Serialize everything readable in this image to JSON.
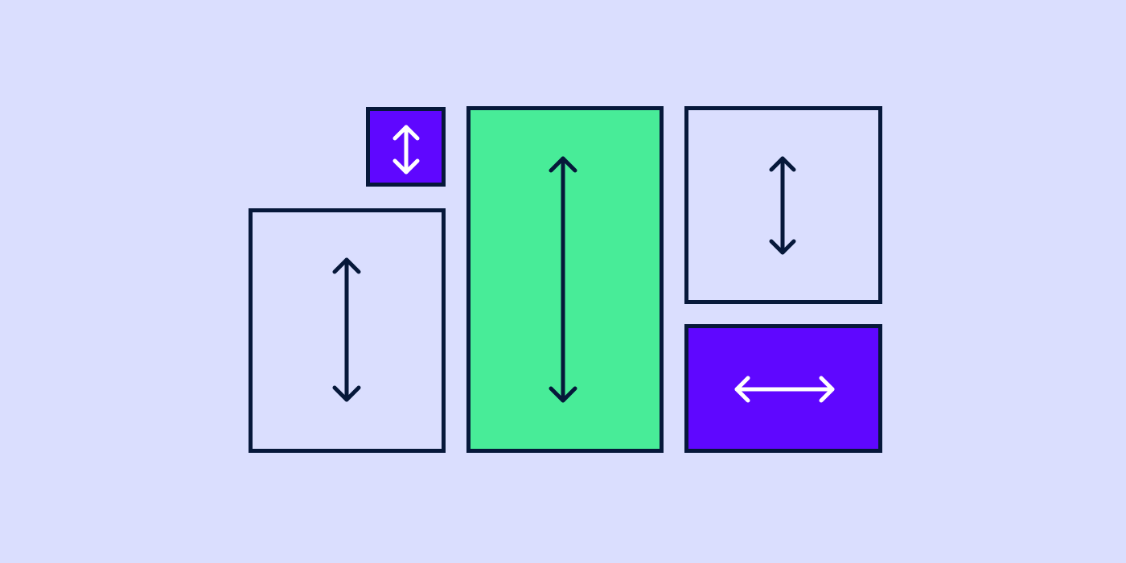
{
  "illustration": {
    "colors": {
      "background": "#dadefe",
      "outline": "#06183a",
      "light_fill": "#dadefe",
      "green_fill": "#48ec98",
      "purple_fill": "#5f07ff",
      "arrow_dark": "#06183a",
      "arrow_light": "#ffffff"
    },
    "boxes": [
      {
        "name": "small-purple-box",
        "fill": "purple",
        "arrow": "vertical-arrow-icon",
        "arrow_color": "light"
      },
      {
        "name": "left-tall-box",
        "fill": "light",
        "arrow": "vertical-arrow-icon",
        "arrow_color": "dark"
      },
      {
        "name": "center-green-box",
        "fill": "green",
        "arrow": "vertical-arrow-icon",
        "arrow_color": "dark"
      },
      {
        "name": "top-right-box",
        "fill": "light",
        "arrow": "vertical-arrow-icon",
        "arrow_color": "dark"
      },
      {
        "name": "bottom-right-purple-box",
        "fill": "purple",
        "arrow": "horizontal-arrow-icon",
        "arrow_color": "light"
      }
    ]
  }
}
